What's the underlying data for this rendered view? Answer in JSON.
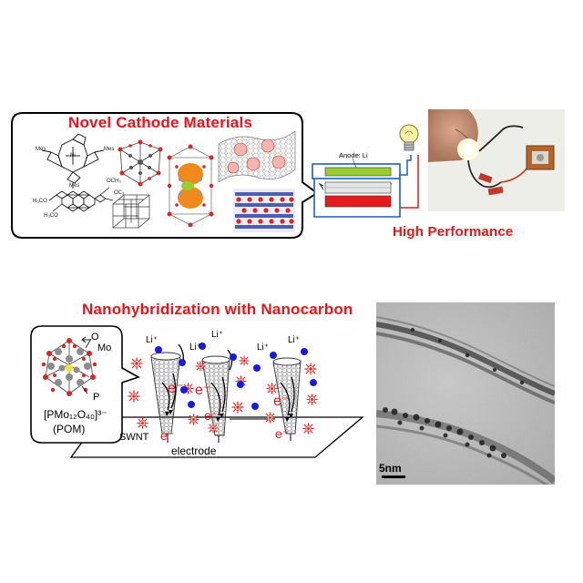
{
  "top_section": {
    "title": "Novel Cathode Materials",
    "mes_label_left": "Mes",
    "mes_label_right": "Mes",
    "mes_label_bottom": "Mes",
    "ni_label": "Ni",
    "och3_label_1": "OCH₃",
    "och3_label_2": "OC₃",
    "h3co_label_1": "H₃CO",
    "h3co_label_2": "H₃CO",
    "anode_label": "Anode: Li",
    "performance_label": "High Performance"
  },
  "bottom_section": {
    "title": "Nanohybridization with Nanocarbon",
    "mo_label": "Mo",
    "o_label": "O",
    "p_label": "P",
    "formula_label": "[PMo₁₂O₄₀]³⁻",
    "pom_label": "(POM)",
    "li_label": "Li⁺",
    "electron_label": "e⁻",
    "swnt_label": "SWNT",
    "electrode_label": "electrode",
    "scale_label": "5nm"
  },
  "colors": {
    "accent_red": "#e8141b",
    "li_blue": "#1a1adc",
    "battery_green": "#9acd32",
    "battery_red": "#e41a1c",
    "battery_blue_frame": "#1f5fb0",
    "atom_red": "#d62728",
    "atom_orange": "#f08a1c",
    "atom_grey": "#8c8c8c"
  }
}
